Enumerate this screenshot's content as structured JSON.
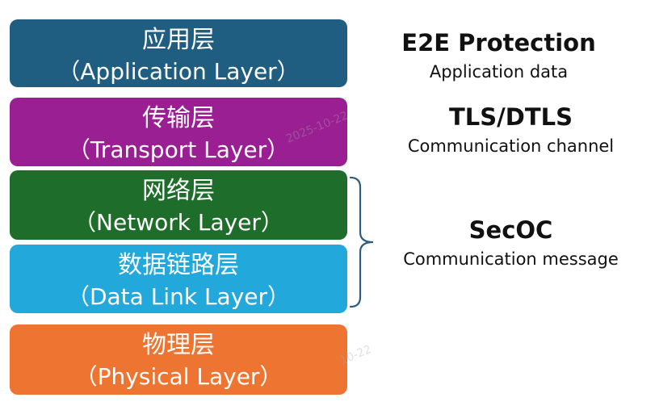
{
  "layers": [
    {
      "cn": "应用层",
      "en": "（Application Layer）",
      "color": "#1f5e80"
    },
    {
      "cn": "传输层",
      "en": "（Transport Layer）",
      "color": "#9a1f93"
    },
    {
      "cn": "网络层",
      "en": "（Network Layer）",
      "color": "#1f6d2a"
    },
    {
      "cn": "数据链路层",
      "en": "（Data Link Layer）",
      "color": "#23a8dc"
    },
    {
      "cn": "物理层",
      "en": "（Physical Layer）",
      "color": "#ee7431"
    }
  ],
  "protocols": {
    "e2e": {
      "title": "E2E Protection",
      "sub": "Application data"
    },
    "tls": {
      "title": "TLS/DTLS",
      "sub": "Communication channel"
    },
    "secoc": {
      "title": "SecOC",
      "sub": "Communication message"
    }
  },
  "colors": {
    "brace": "#2f5b7c"
  }
}
